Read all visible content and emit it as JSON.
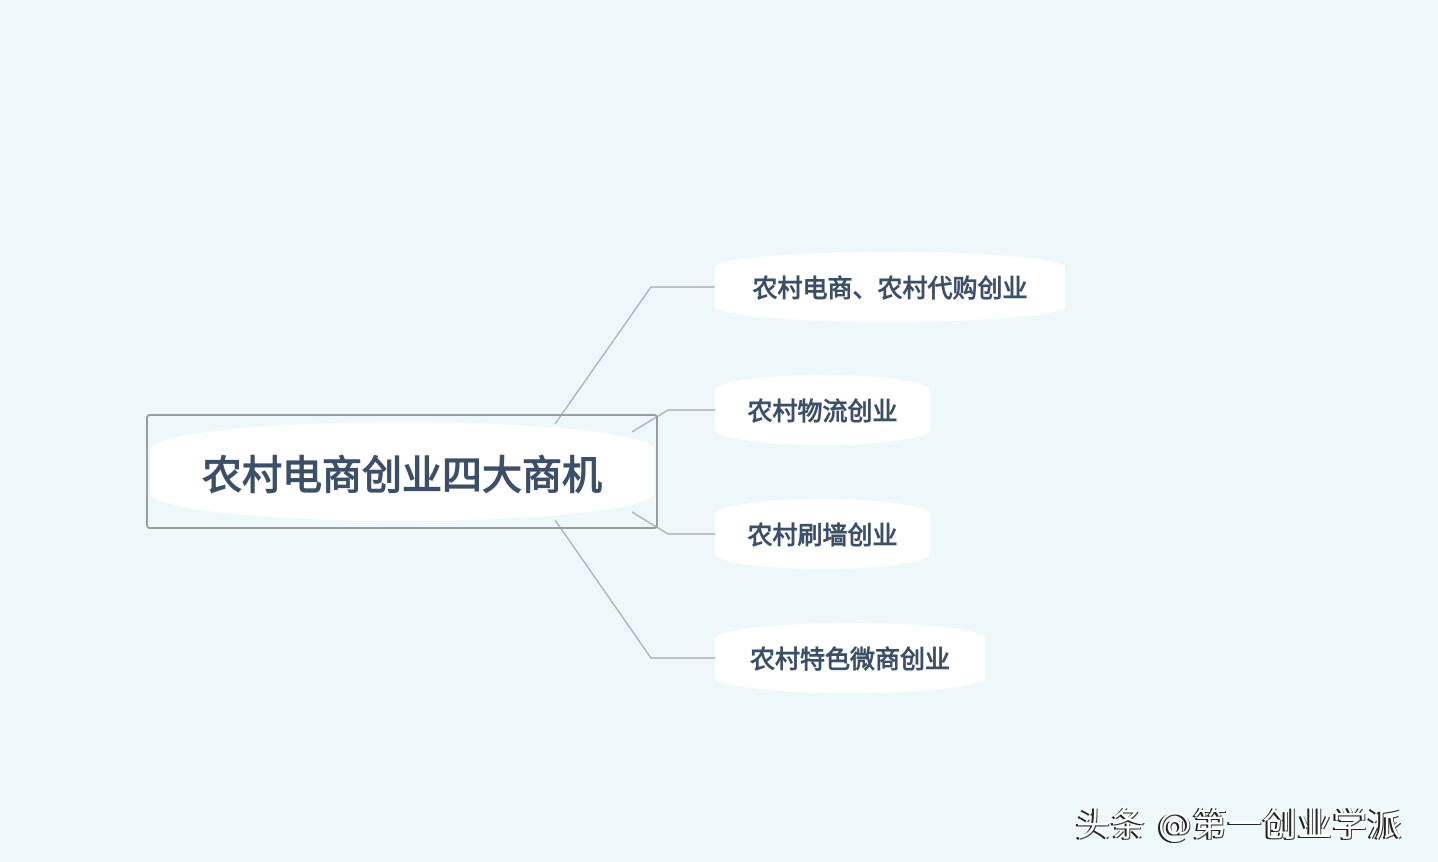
{
  "mindmap": {
    "root": {
      "label": "农村电商创业四大商机"
    },
    "children": [
      {
        "label": "农村电商、农村代购创业"
      },
      {
        "label": "农村物流创业"
      },
      {
        "label": "农村刷墙创业"
      },
      {
        "label": "农村特色微商创业"
      }
    ],
    "colors": {
      "background": "#eef7fa",
      "text": "#3d4f66",
      "connector": "#a9b3ba",
      "root_border": "#9a9c9e"
    }
  },
  "watermark": {
    "text": "头条 @第一创业学派"
  }
}
